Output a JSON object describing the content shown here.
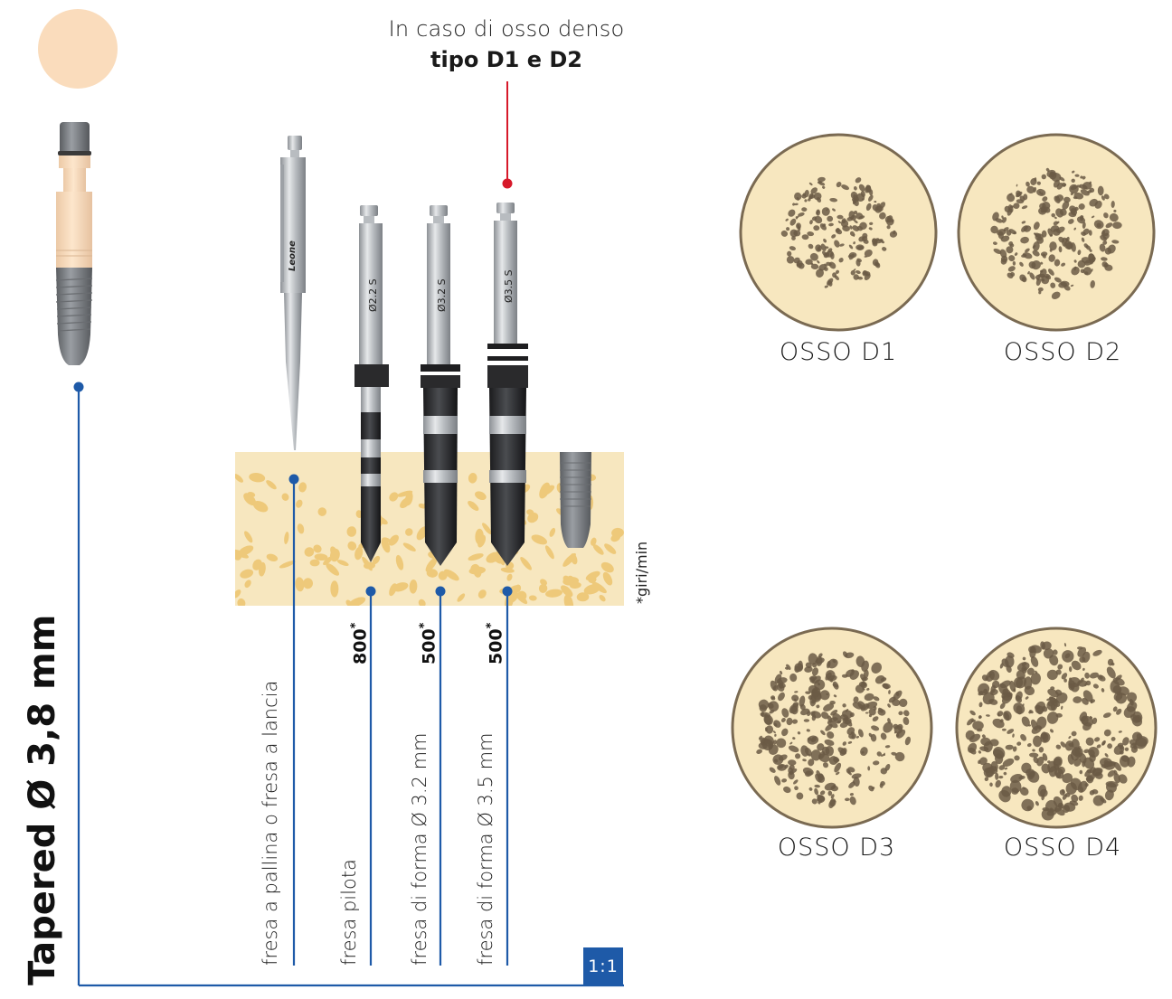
{
  "header_note": {
    "line1": "In caso di osso denso",
    "line2": "tipo D1 e D2"
  },
  "implant_title": "Tapered Ø 3,8 mm",
  "scale_badge": "1:1",
  "rpm_unit_note": "*giri/min",
  "colors": {
    "connector_blue": "#1e5aa8",
    "callout_red": "#d7192a",
    "bone_fill": "#f7e7bf",
    "bone_chip": "#eec97a",
    "bone_ring": "#7a6a52",
    "trabecular": "#6b5a45",
    "implant_color_code": "#fadcbc"
  },
  "drill_sequence": [
    {
      "label": "fresa a pallina o fresa a lancia",
      "rpm": "",
      "shank_marking": ""
    },
    {
      "label": "fresa pilota",
      "rpm": "800",
      "shank_marking": "Ø2.2 S"
    },
    {
      "label": "fresa di forma Ø 3.2 mm",
      "rpm": "500",
      "shank_marking": "Ø3.2 S"
    },
    {
      "label": "fresa di forma Ø 3.5 mm",
      "rpm": "500",
      "shank_marking": "Ø3.5 S"
    }
  ],
  "brand_marking": "Leone",
  "bone_types": [
    {
      "label": "OSSO D1",
      "density": 0.35
    },
    {
      "label": "OSSO D2",
      "density": 0.5
    },
    {
      "label": "OSSO D3",
      "density": 0.75
    },
    {
      "label": "OSSO D4",
      "density": 0.95
    }
  ]
}
